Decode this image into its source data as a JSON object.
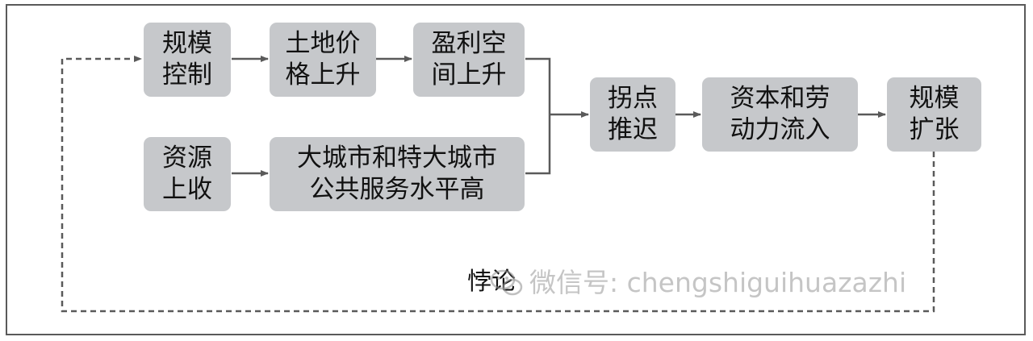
{
  "nodes": {
    "scale_control": "规模\n控制",
    "land_price_rise": "土地价\n格上升",
    "profit_space_rise": "盈利空\n间上升",
    "resource_collection": "资源\n上收",
    "public_service": "大城市和特大城市\n公共服务水平高",
    "turning_point_delay": "拐点\n推迟",
    "capital_labor_inflow": "资本和劳\n动力流入",
    "scale_expansion": "规模\n扩张"
  },
  "feedback_label": "悖论",
  "watermark": {
    "icon": "wechat-icon",
    "text": "微信号: chengshiguihuazazhi"
  },
  "colors": {
    "node_fill": "#c6c8cb",
    "arrow": "#5a5a5a",
    "frame": "#5a5a5a"
  }
}
